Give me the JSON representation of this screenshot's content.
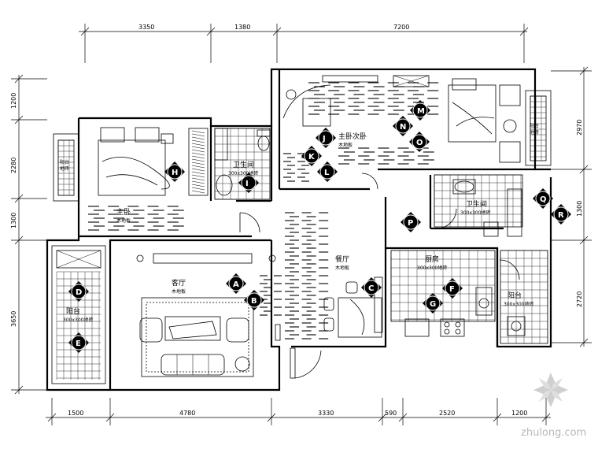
{
  "dimensions": {
    "top": [
      "3350",
      "1380",
      "7200"
    ],
    "bottom": [
      "1500",
      "4780",
      "3330",
      "590",
      "2520",
      "1200"
    ],
    "left": [
      "1200",
      "2280",
      "1300",
      "3650"
    ],
    "right": [
      "2970",
      "1300",
      "2720"
    ]
  },
  "rooms": {
    "master_bedroom": {
      "name": "主卧",
      "note": "木地板"
    },
    "second_bedroom": {
      "name": "主卧次卧",
      "note": "木地板"
    },
    "living_room": {
      "name": "客厅",
      "note": "木地板"
    },
    "dining_room": {
      "name": "餐厅",
      "note": "木地板"
    },
    "kitchen": {
      "name": "厨房",
      "note": "300x300地砖"
    },
    "bath_1": {
      "name": "卫生间",
      "note": "300x300地砖"
    },
    "bath_2": {
      "name": "卫生间",
      "note": "300x300地砖"
    },
    "balcony_left": {
      "name": "阳台",
      "note": "300x300地砖"
    },
    "balcony_right": {
      "name": "阳台",
      "note": "300x300地砖"
    },
    "balcony_top_left": {
      "name": "阳台",
      "note": "地砖"
    },
    "balcony_top_right": {
      "name": "阳台",
      "note": "地砖"
    }
  },
  "markers": [
    "A",
    "B",
    "C",
    "D",
    "E",
    "F",
    "G",
    "H",
    "I",
    "J",
    "K",
    "L",
    "M",
    "N",
    "O",
    "P",
    "Q",
    "R"
  ],
  "watermark": {
    "text": "zhulong.com",
    "logo": "zhulong-flower-logo"
  }
}
